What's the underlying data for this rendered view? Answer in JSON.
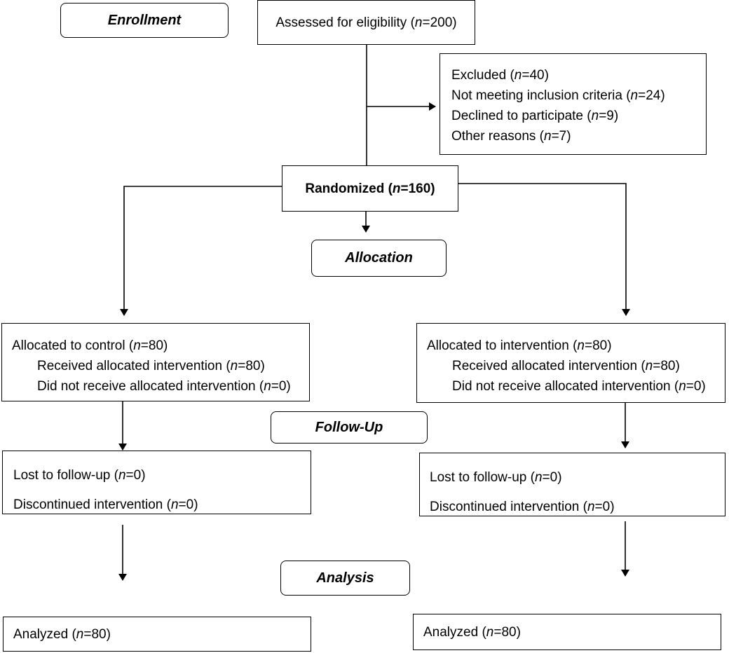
{
  "stages": {
    "enrollment": "Enrollment",
    "allocation": "Allocation",
    "followup": "Follow-Up",
    "analysis": "Analysis"
  },
  "assessed": {
    "label": "Assessed for eligibility (",
    "n": "n",
    "value": "=200)"
  },
  "excluded": [
    {
      "label": "Excluded (",
      "n": "n",
      "value": "=40)"
    },
    {
      "label": "Not meeting inclusion criteria (",
      "n": "n",
      "value": "=24)"
    },
    {
      "label": "Declined to participate (",
      "n": "n",
      "value": "=9)"
    },
    {
      "label": "Other reasons (",
      "n": "n",
      "value": "=7)"
    }
  ],
  "randomized": {
    "label": "Randomized (",
    "n": "n",
    "value": "=160)"
  },
  "control": {
    "allocated": {
      "label": "Allocated to control (",
      "n": "n",
      "value": "=80)"
    },
    "received": {
      "label": "Received allocated intervention (",
      "n": "n",
      "value": "=80)"
    },
    "not_received": {
      "label": "Did not receive allocated intervention  (",
      "n": "n",
      "value": "=0)"
    },
    "lost": {
      "label": "Lost to follow-up (",
      "n": "n",
      "value": "=0)"
    },
    "discontinued": {
      "label": "Discontinued intervention (",
      "n": "n",
      "value": "=0)"
    },
    "analyzed": {
      "label": "Analyzed (",
      "n": "n",
      "value": "=80)"
    }
  },
  "intervention": {
    "allocated": {
      "label": "Allocated to intervention (",
      "n": "n",
      "value": "=80)"
    },
    "received": {
      "label": "Received allocated intervention (",
      "n": "n",
      "value": "=80)"
    },
    "not_received": {
      "label": "Did not receive allocated intervention (",
      "n": "n",
      "value": "=0)"
    },
    "lost": {
      "label": "Lost to follow-up (",
      "n": "n",
      "value": "=0)"
    },
    "discontinued": {
      "label": "Discontinued intervention (",
      "n": "n",
      "value": "=0)"
    },
    "analyzed": {
      "label": "Analyzed (",
      "n": "n",
      "value": "=80)"
    }
  }
}
